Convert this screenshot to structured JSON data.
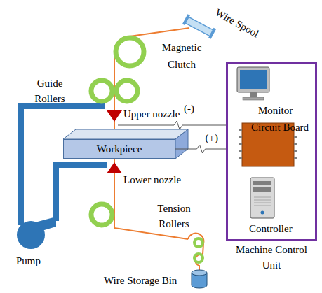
{
  "diagram": {
    "nodes": [
      {
        "text": [
          "Workpiece"
        ]
      },
      {
        "text": [
          "Machine Control Unit"
        ]
      }
    ],
    "edges": [
      {
        "from": 0,
        "to": 1,
        "label": "(+)",
        "arrow": "none"
      }
    ],
    "labels": [
      "Wire Spool",
      "Magnetic Clutch",
      "Guide Rollers",
      "Upper nozzle",
      "(-)",
      "Lower nozzle",
      "Tension Rollers",
      "Pump",
      "Wire Storage Bin",
      "Monitor",
      "Circuit Board",
      "Controller"
    ]
  }
}
